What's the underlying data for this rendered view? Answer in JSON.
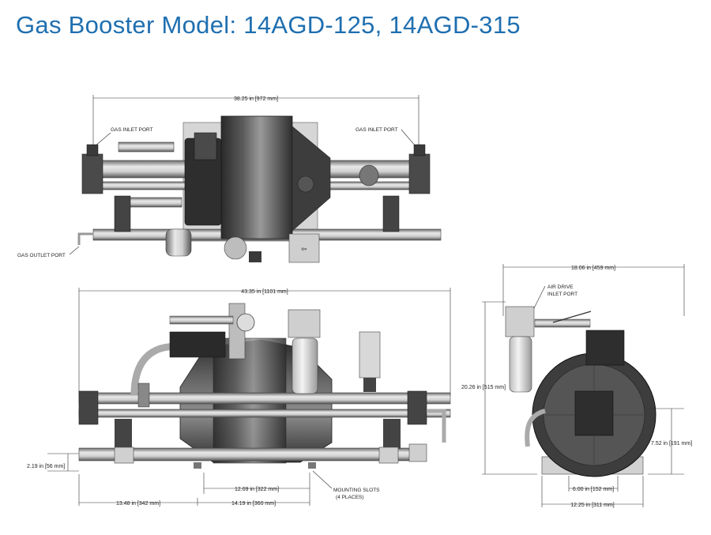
{
  "title": "Gas Booster Model: 14AGD-125, 14AGD-315",
  "colors": {
    "title": "#1f6fb0",
    "metal_dark": "#3a3a3a",
    "metal_light": "#c8c8c8"
  },
  "top_view": {
    "overall_width": "38.25 in [972 mm]",
    "labels": {
      "inlet_left": "GAS INLET PORT",
      "inlet_right": "GAS INLET PORT",
      "outlet": "GAS OUTLET PORT"
    }
  },
  "front_view": {
    "overall_width": "43.35 in [1101 mm]",
    "height_left": "2.19 in [56 mm]",
    "slot_spacing": "12.69 in [322 mm]",
    "left_to_slot": "13.48 in [342 mm]",
    "slot_to_right": "14.19 in [360 mm]",
    "mounting_label_1": "MOUNTING SLOTS",
    "mounting_label_2": "(4 PLACES)"
  },
  "side_view": {
    "overall_width": "18.06 in [459 mm]",
    "overall_height": "20.26 in [515 mm]",
    "base_height": "7.52 in [191 mm]",
    "slot_width": "6.00 in [152 mm]",
    "base_width": "12.25 in [311 mm]",
    "air_drive_1": "AIR DRIVE",
    "air_drive_2": "INLET PORT"
  }
}
